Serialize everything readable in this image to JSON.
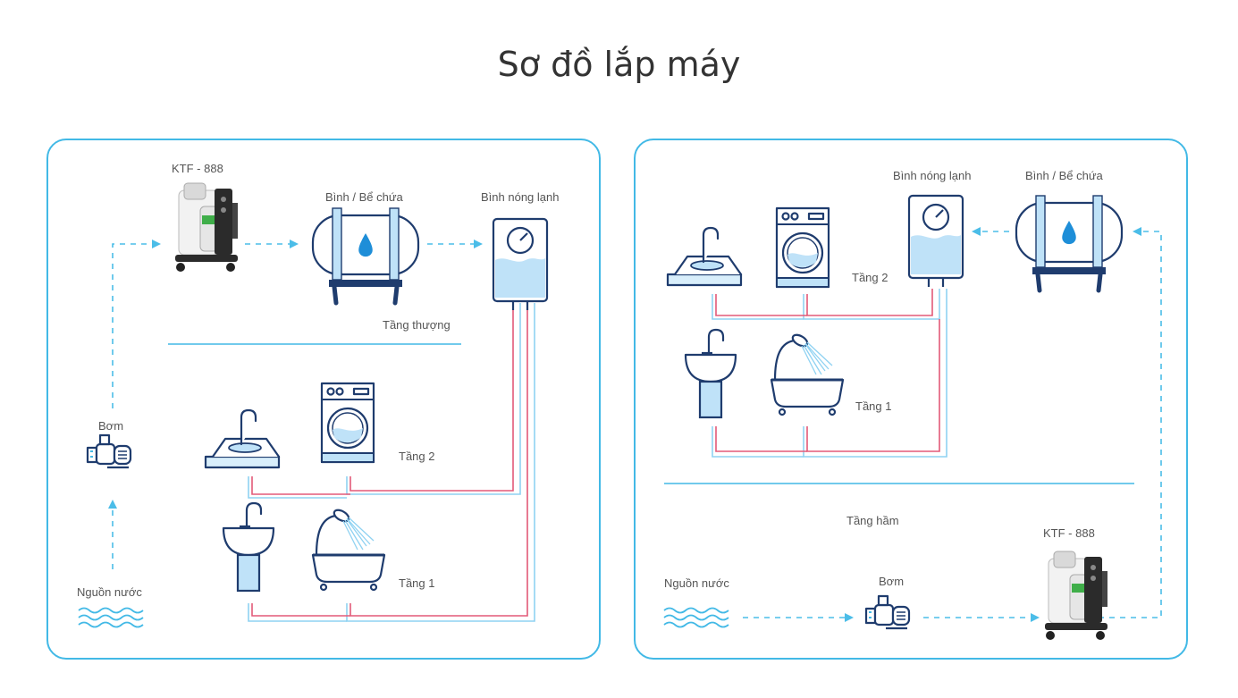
{
  "page": {
    "title": "Sơ đồ lắp máy"
  },
  "left_panel": {
    "ktf": "KTF - 888",
    "tank": "Bình / Bể chứa",
    "heater": "Bình nóng lạnh",
    "roof": "Tầng thượng",
    "pump": "Bơm",
    "floor2": "Tầng 2",
    "floor1": "Tầng 1",
    "source": "Nguồn nước"
  },
  "right_panel": {
    "heater": "Bình nóng lạnh",
    "tank": "Bình / Bể chứa",
    "floor2": "Tầng 2",
    "floor1": "Tầng 1",
    "basement": "Tầng hầm",
    "ktf": "KTF - 888",
    "source": "Nguồn nước",
    "pump": "Bơm"
  },
  "colors": {
    "accent": "#42b9e6",
    "outline": "#1f3c6e",
    "hot_pipe": "#e35a78",
    "cold_pipe": "#8fd2f2"
  }
}
